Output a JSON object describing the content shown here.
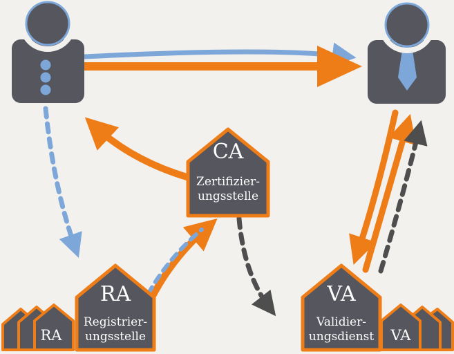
{
  "colors": {
    "background": "#f2f1ee",
    "orange": "#ee7d18",
    "blue": "#7da7d9",
    "dark": "#55565e",
    "dark_arrow": "#4e4e4e",
    "text": "#fdfdfd"
  },
  "nodes": {
    "ca": {
      "abbr": "CA",
      "name_line1": "Zertifizier-",
      "name_line2": "ungsstelle"
    },
    "ra": {
      "abbr": "RA",
      "name_line1": "Registrier-",
      "name_line2": "ungsstelle"
    },
    "va": {
      "abbr": "VA",
      "name_line1": "Validier-",
      "name_line2": "ungsdienst"
    },
    "ra_cluster": {
      "abbr": "RA"
    },
    "va_cluster": {
      "abbr": "VA"
    }
  }
}
